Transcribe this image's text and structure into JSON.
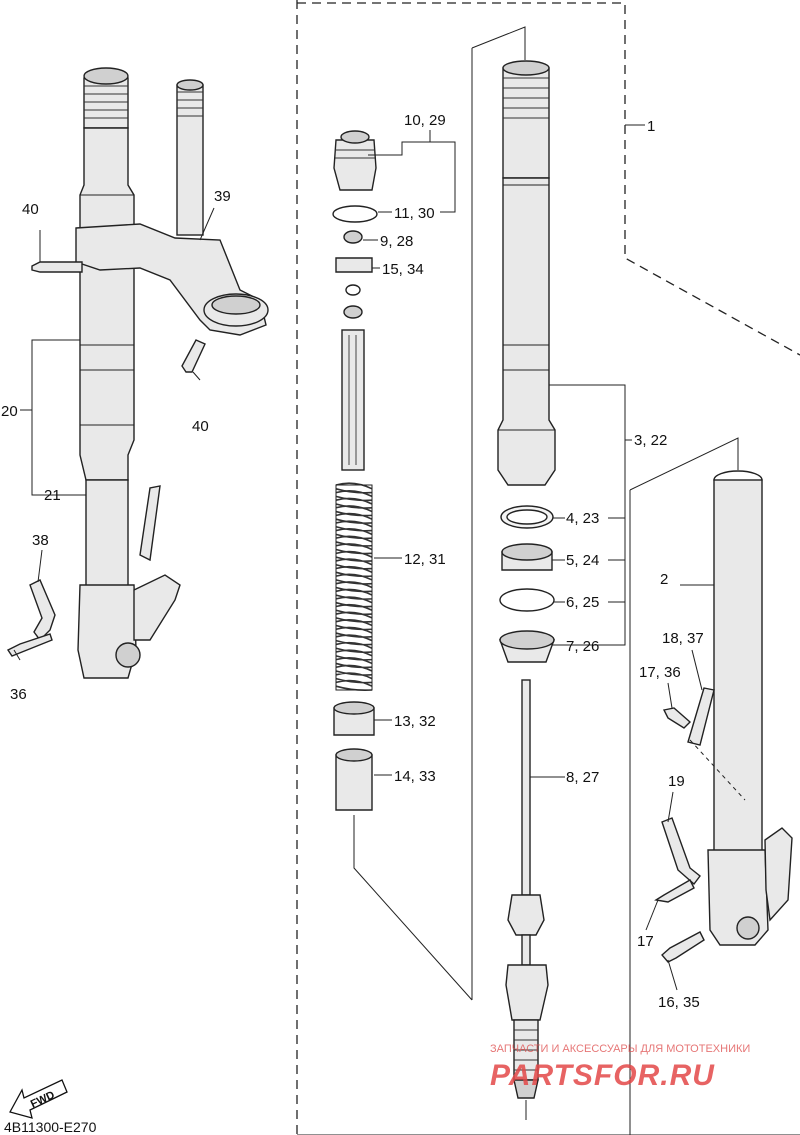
{
  "labels": {
    "l1": "1",
    "l2": "2",
    "l3_22": "3, 22",
    "l4_23": "4, 23",
    "l5_24": "5, 24",
    "l6_25": "6, 25",
    "l7_26": "7, 26",
    "l8_27": "8, 27",
    "l9_28": "9, 28",
    "l10_29": "10, 29",
    "l11_30": "11, 30",
    "l12_31": "12, 31",
    "l13_32": "13, 32",
    "l14_33": "14, 33",
    "l15_34": "15, 34",
    "l16_35": "16, 35",
    "l17": "17",
    "l17_36": "17, 36",
    "l18_37": "18, 37",
    "l19": "19",
    "l20": "20",
    "l21": "21",
    "l36": "36",
    "l38": "38",
    "l39": "39",
    "l40a": "40",
    "l40b": "40"
  },
  "fwd_label": "FWD",
  "diagram_code": "4B11300-E270",
  "watermark": {
    "top": "ЗАПЧАСТИ И АКСЕССУАРЫ ДЛЯ МОТОТЕХНИКИ",
    "brand": "PARTSFOR.RU"
  }
}
